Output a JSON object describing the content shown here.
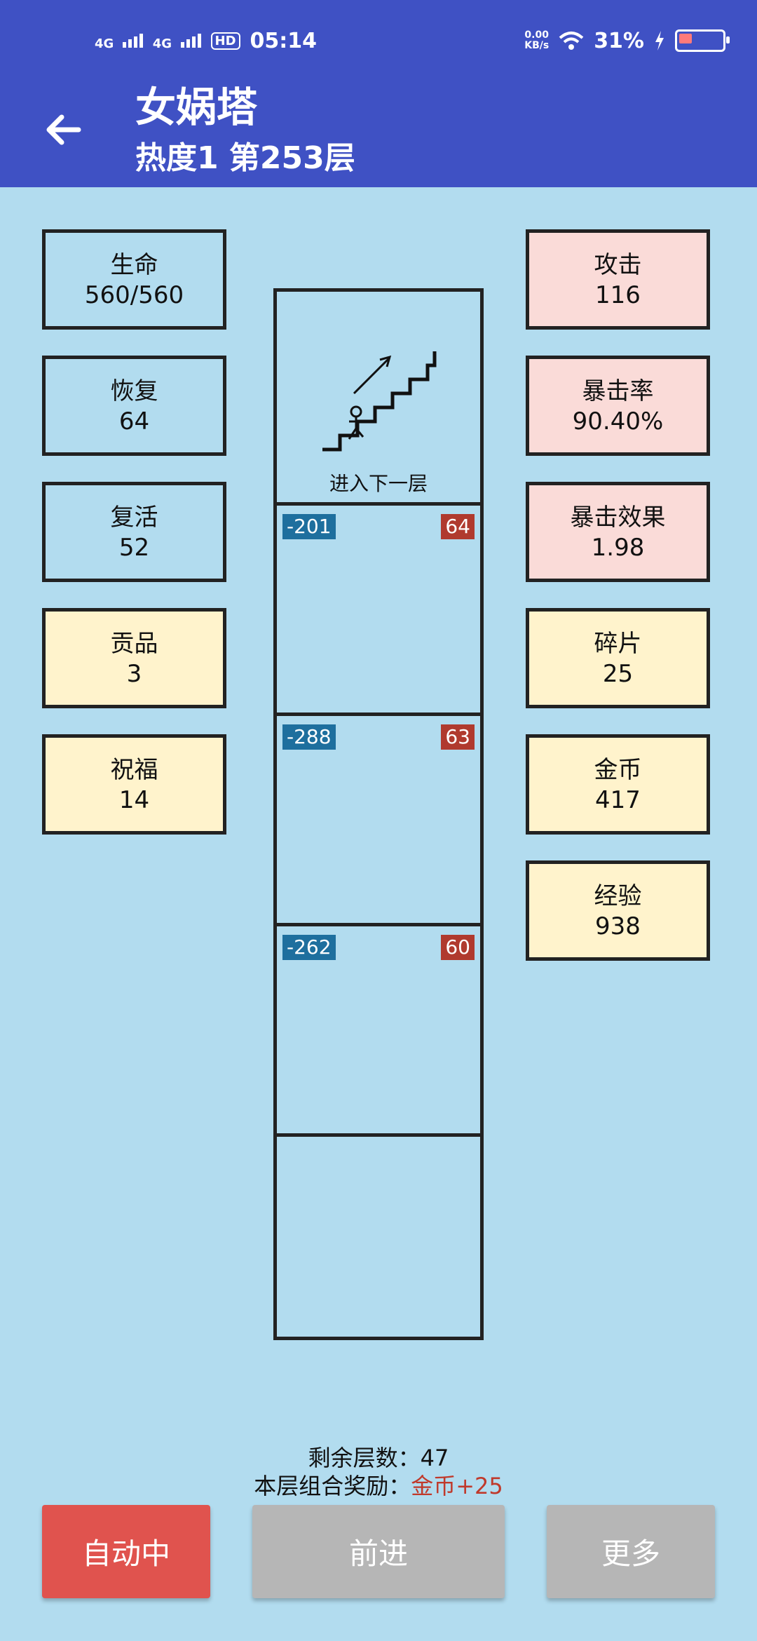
{
  "status_bar": {
    "network1": "4G",
    "network2": "4G",
    "hd": "HD",
    "time": "05:14",
    "net_speed_value": "0.00",
    "net_speed_unit": "KB/s",
    "battery": "31%"
  },
  "header": {
    "title": "女娲塔",
    "subtitle": "热度1 第253层"
  },
  "left_stats": [
    {
      "label": "生命",
      "value": "560/560",
      "style": "blue"
    },
    {
      "label": "恢复",
      "value": "64",
      "style": "blue"
    },
    {
      "label": "复活",
      "value": "52",
      "style": "blue"
    },
    {
      "label": "贡品",
      "value": "3",
      "style": "yellow"
    },
    {
      "label": "祝福",
      "value": "14",
      "style": "yellow"
    }
  ],
  "right_stats": [
    {
      "label": "攻击",
      "value": "116",
      "style": "pink"
    },
    {
      "label": "暴击率",
      "value": "90.40%",
      "style": "pink"
    },
    {
      "label": "暴击效果",
      "value": "1.98",
      "style": "pink"
    },
    {
      "label": "碎片",
      "value": "25",
      "style": "yellow"
    },
    {
      "label": "金币",
      "value": "417",
      "style": "yellow"
    },
    {
      "label": "经验",
      "value": "938",
      "style": "yellow"
    }
  ],
  "tower": {
    "next_floor_label": "进入下一层",
    "floors": [
      {
        "negative": "-201",
        "positive": "64"
      },
      {
        "negative": "-288",
        "positive": "63"
      },
      {
        "negative": "-262",
        "positive": "60"
      }
    ]
  },
  "info": {
    "remaining": "剩余层数：47",
    "reward_prefix": "本层组合奖励：",
    "reward_value": "金币+25"
  },
  "buttons": {
    "auto": "自动中",
    "forward": "前进",
    "more": "更多"
  },
  "colors": {
    "header": "#3f51c4",
    "background": "#b2dcef",
    "blue_box": "#b2dcef",
    "pink_box": "#fadbd8",
    "yellow_box": "#fff3cc",
    "auto_button": "#e0534e",
    "grey_button": "#b6b6b6"
  }
}
